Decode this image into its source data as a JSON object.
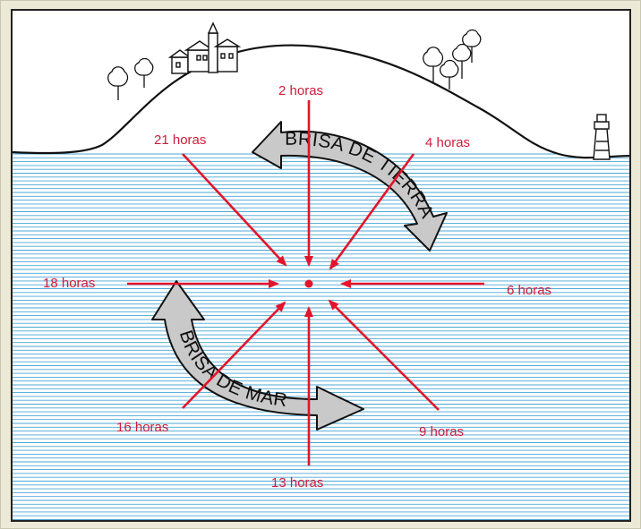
{
  "colors": {
    "arrow": "#e3142b",
    "label": "#d01c3a",
    "water_line": "#4aa7d4",
    "breeze_fill": "#c9c9c9",
    "outline": "#111111",
    "background": "#ffffff",
    "frame": "#ecead6"
  },
  "time_labels": {
    "h2": "2 horas",
    "h4": "4 horas",
    "h6": "6 horas",
    "h9": "9 horas",
    "h13": "13 horas",
    "h16": "16 horas",
    "h18": "18 horas",
    "h21": "21 horas"
  },
  "breezes": {
    "land": "BRISA DE TIERRA",
    "sea": "BRISA DE MAR"
  },
  "icons": [
    "village-icon",
    "tree-icon",
    "lighthouse-icon"
  ]
}
